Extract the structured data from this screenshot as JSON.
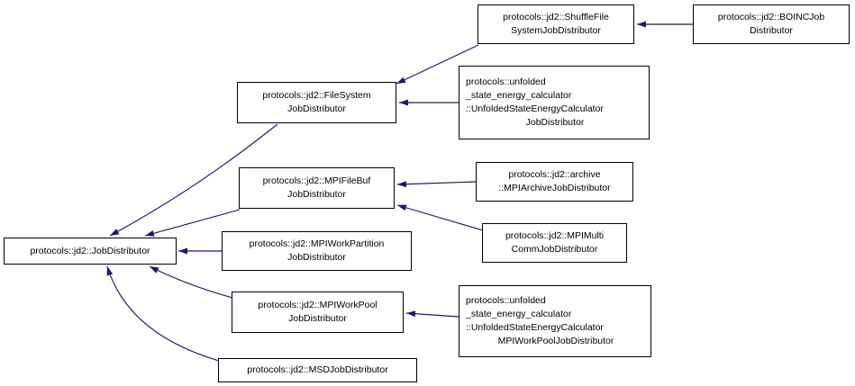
{
  "diagram": {
    "type": "class-inheritance-graph",
    "colors": {
      "edge": "#191970",
      "node_border": "#000000",
      "node_fill": "#ffffff",
      "background": "#ffffff",
      "text": "#000000"
    },
    "nodes": [
      {
        "id": "jobdistributor",
        "name": "protocols::jd2::JobDistributor",
        "lines": [
          "protocols::jd2::JobDistributor"
        ]
      },
      {
        "id": "filesystem",
        "name": "protocols::jd2::FileSystemJobDistributor",
        "lines": [
          "protocols::jd2::FileSystem",
          "JobDistributor"
        ]
      },
      {
        "id": "shufflefile",
        "name": "protocols::jd2::ShuffleFileSystemJobDistributor",
        "lines": [
          "protocols::jd2::ShuffleFile",
          "SystemJobDistributor"
        ]
      },
      {
        "id": "boinc",
        "name": "protocols::jd2::BOINCJobDistributor",
        "lines": [
          "protocols::jd2::BOINCJob",
          "Distributor"
        ]
      },
      {
        "id": "unfoldedtop",
        "name": "protocols::unfolded_state_energy_calculator::UnfoldedStateEnergyCalculatorJobDistributor",
        "lines": [
          "protocols::unfolded",
          "_state_energy_calculator",
          "::UnfoldedStateEnergyCalculator",
          "JobDistributor"
        ]
      },
      {
        "id": "mpifilebuf",
        "name": "protocols::jd2::MPIFileBufJobDistributor",
        "lines": [
          "protocols::jd2::MPIFileBuf",
          "JobDistributor"
        ]
      },
      {
        "id": "archive",
        "name": "protocols::jd2::archive::MPIArchiveJobDistributor",
        "lines": [
          "protocols::jd2::archive",
          "::MPIArchiveJobDistributor"
        ]
      },
      {
        "id": "mpimulti",
        "name": "protocols::jd2::MPIMultiCommJobDistributor",
        "lines": [
          "protocols::jd2::MPIMulti",
          "CommJobDistributor"
        ]
      },
      {
        "id": "mpiworkpartition",
        "name": "protocols::jd2::MPIWorkPartitionJobDistributor",
        "lines": [
          "protocols::jd2::MPIWorkPartition",
          "JobDistributor"
        ]
      },
      {
        "id": "mpiworkpool",
        "name": "protocols::jd2::MPIWorkPoolJobDistributor",
        "lines": [
          "protocols::jd2::MPIWorkPool",
          "JobDistributor"
        ]
      },
      {
        "id": "msd",
        "name": "protocols::jd2::MSDJobDistributor",
        "lines": [
          "protocols::jd2::MSDJobDistributor"
        ]
      },
      {
        "id": "unfoldedbottom",
        "name": "protocols::unfolded_state_energy_calculator::UnfoldedStateEnergyCalculatorMPIWorkPoolJobDistributor",
        "lines": [
          "protocols::unfolded",
          "_state_energy_calculator",
          "::UnfoldedStateEnergyCalculator",
          "MPIWorkPoolJobDistributor"
        ]
      }
    ],
    "edges": [
      {
        "from": "boinc",
        "to": "shufflefile"
      },
      {
        "from": "shufflefile",
        "to": "filesystem"
      },
      {
        "from": "unfoldedtop",
        "to": "filesystem"
      },
      {
        "from": "filesystem",
        "to": "jobdistributor"
      },
      {
        "from": "mpifilebuf",
        "to": "jobdistributor"
      },
      {
        "from": "archive",
        "to": "mpifilebuf"
      },
      {
        "from": "mpimulti",
        "to": "mpifilebuf"
      },
      {
        "from": "mpiworkpartition",
        "to": "jobdistributor"
      },
      {
        "from": "mpiworkpool",
        "to": "jobdistributor"
      },
      {
        "from": "unfoldedbottom",
        "to": "mpiworkpool"
      },
      {
        "from": "msd",
        "to": "jobdistributor"
      }
    ]
  }
}
